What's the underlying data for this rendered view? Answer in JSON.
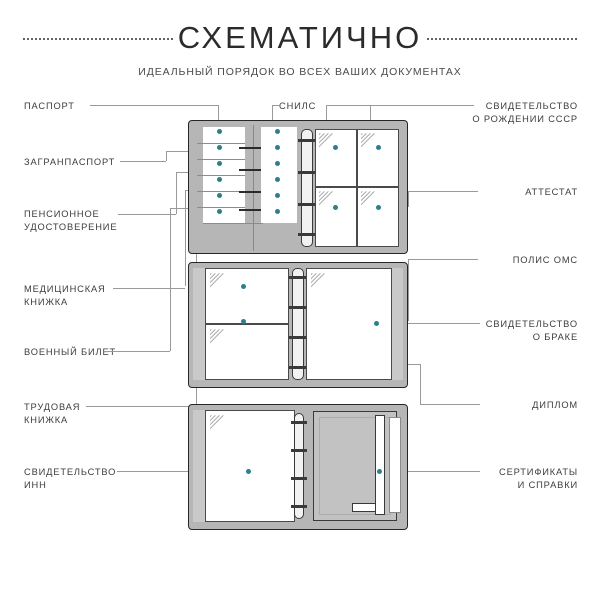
{
  "header": {
    "title": "СХЕМАТИЧНО",
    "subtitle": "ИДЕАЛЬНЫЙ ПОРЯДОК ВО ВСЕХ ВАШИХ ДОКУМЕНТАХ",
    "rule_style": "dotted"
  },
  "colors": {
    "background": "#ffffff",
    "panel_fill": "#b6b6b6",
    "panel_outline": "#262626",
    "pocket_fill": "#ffffff",
    "marker_dot": "#2d7f8f",
    "leader_line": "#9a9a9a",
    "text": "#3d3d3d",
    "envelope_fill": "#c2c2c2"
  },
  "labels": {
    "left": [
      {
        "id": "passport",
        "text": "ПАСПОРТ"
      },
      {
        "id": "zagranpasport",
        "text": "ЗАГРАНПАСПОРТ"
      },
      {
        "id": "pensionnoe",
        "text": "ПЕНСИОННОЕ\nУДОСТОВЕРЕНИЕ"
      },
      {
        "id": "medknizhka",
        "text": "МЕДИЦИНСКАЯ\nКНИЖКА"
      },
      {
        "id": "voennyi-bilet",
        "text": "ВОЕННЫЙ БИЛЕТ"
      },
      {
        "id": "trudovaya",
        "text": "ТРУДОВАЯ\nКНИЖКА"
      },
      {
        "id": "svidetelstvo-inn",
        "text": "СВИДЕТЕЛЬСТВО\nИНН"
      }
    ],
    "center": [
      {
        "id": "snils",
        "text": "СНИЛС"
      }
    ],
    "right": [
      {
        "id": "svid-rozhdenii",
        "text": "СВИДЕТЕЛЬСТВО\nО РОЖДЕНИИ СССР"
      },
      {
        "id": "attestat",
        "text": "АТТЕСТАТ"
      },
      {
        "id": "polis-oms",
        "text": "ПОЛИС ОМС"
      },
      {
        "id": "svid-brake",
        "text": "СВИДЕТЕЛЬСТВО\nО БРАКЕ"
      },
      {
        "id": "diplom",
        "text": "ДИПЛОМ"
      },
      {
        "id": "sertifikaty",
        "text": "СЕРТИФИКАТЫ\nИ СПРАВКИ"
      }
    ]
  },
  "panels": [
    {
      "id": "panel-top",
      "description": "Верхний разворот: колонки кармашков слева, кольцевой механизм, четыре файла справа",
      "marker_count": 16
    },
    {
      "id": "panel-middle",
      "description": "Средний разворот: два файла слева, кольцевой механизм, один большой файл справа",
      "marker_count": 3
    },
    {
      "id": "panel-bottom",
      "description": "Нижний разворот: файл слева, кольцевой механизм, папка-конверт справа",
      "marker_count": 2
    }
  ]
}
